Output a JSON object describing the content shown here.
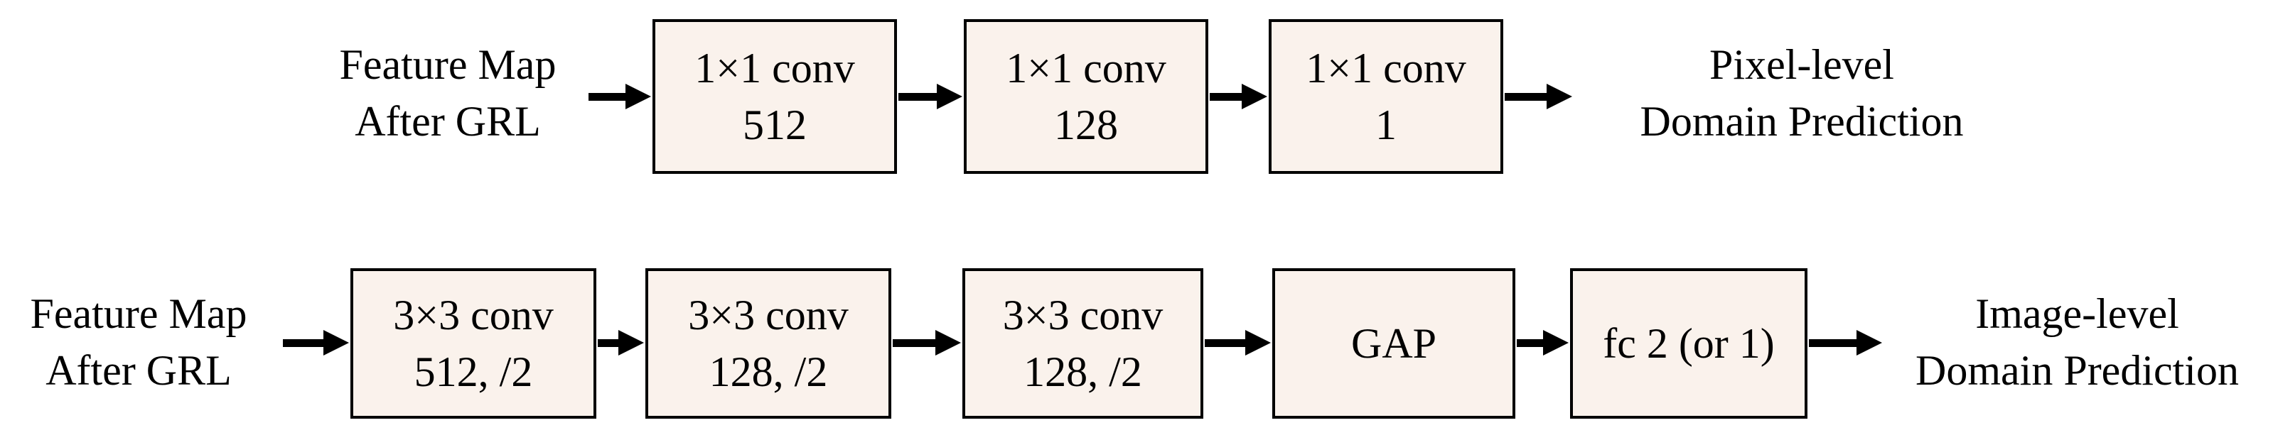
{
  "colors": {
    "background": "#FFFFFF",
    "box_fill": "#FAF2EC",
    "box_border": "#000000",
    "arrow": "#000000",
    "text": "#000000"
  },
  "rows": [
    {
      "name": "pixel-level-branch",
      "input_label": {
        "line1": "Feature Map",
        "line2": "After GRL"
      },
      "boxes": [
        {
          "line1": "1×1 conv",
          "line2": "512"
        },
        {
          "line1": "1×1 conv",
          "line2": "128"
        },
        {
          "line1": "1×1 conv",
          "line2": "1"
        }
      ],
      "output_label": {
        "line1": "Pixel-level",
        "line2": "Domain Prediction"
      }
    },
    {
      "name": "image-level-branch",
      "input_label": {
        "line1": "Feature Map",
        "line2": "After GRL"
      },
      "boxes": [
        {
          "line1": "3×3 conv",
          "line2": "512, /2"
        },
        {
          "line1": "3×3 conv",
          "line2": "128, /2"
        },
        {
          "line1": "3×3 conv",
          "line2": "128, /2"
        },
        {
          "line1": "GAP"
        },
        {
          "line1": "fc 2 (or 1)"
        }
      ],
      "output_label": {
        "line1": "Image-level",
        "line2": "Domain Prediction"
      }
    }
  ]
}
